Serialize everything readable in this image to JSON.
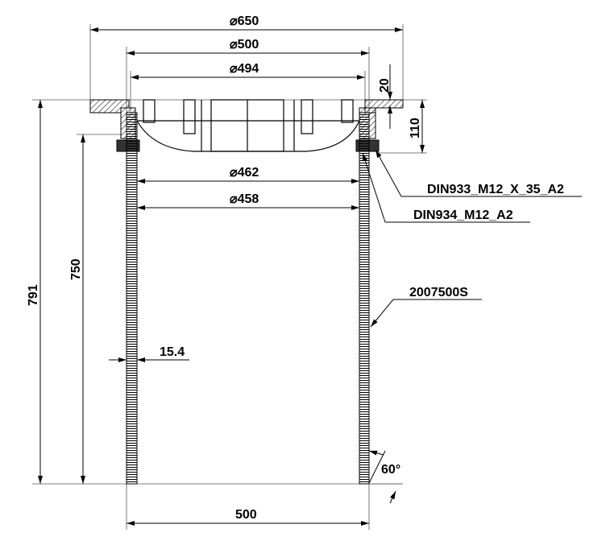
{
  "dimensions": {
    "d650": "⌀650",
    "d500_top": "⌀500",
    "d494": "⌀494",
    "h20": "20",
    "h110": "110",
    "d462": "⌀462",
    "d458": "⌀458",
    "h791": "791",
    "h750": "750",
    "wall": "15.4",
    "w500_bottom": "500",
    "angle": "60°"
  },
  "labels": {
    "bolt": "DIN933_M12_X_35_A2",
    "nut": "DIN934_M12_A2",
    "pipe": "2007500S"
  }
}
